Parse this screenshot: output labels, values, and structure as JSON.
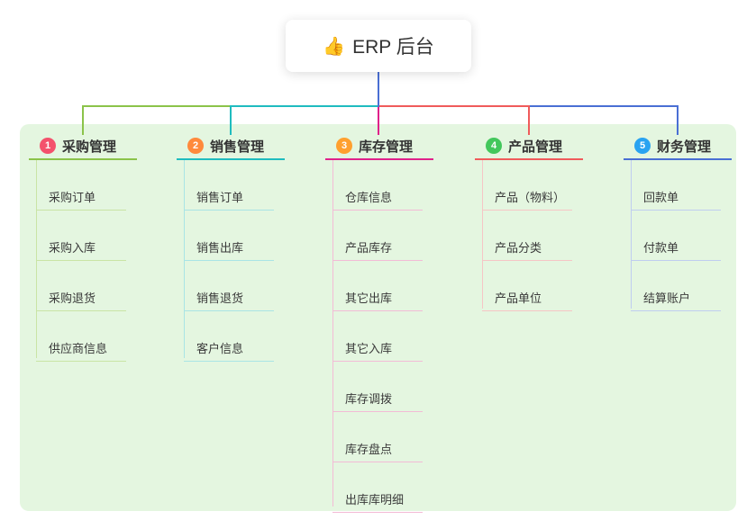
{
  "root": {
    "icon": "👍",
    "title": "ERP 后台"
  },
  "panel_color": "#e4f6e0",
  "connector_color": "#4a6fd4",
  "branches": [
    {
      "badge": "1",
      "label": "采购管理",
      "color": "#8bc34a",
      "badge_color": "#f4516c",
      "light_color": "#c9e4a5",
      "children": [
        "采购订单",
        "采购入库",
        "采购退货",
        "供应商信息"
      ]
    },
    {
      "badge": "2",
      "label": "销售管理",
      "color": "#1fbcbf",
      "badge_color": "#ff8a3c",
      "light_color": "#a9e4e5",
      "children": [
        "销售订单",
        "销售出库",
        "销售退货",
        "客户信息"
      ]
    },
    {
      "badge": "3",
      "label": "库存管理",
      "color": "#e0218a",
      "badge_color": "#ffa02f",
      "light_color": "#f3bbd6",
      "children": [
        "仓库信息",
        "产品库存",
        "其它出库",
        "其它入库",
        "库存调拨",
        "库存盘点",
        "出库库明细"
      ]
    },
    {
      "badge": "4",
      "label": "产品管理",
      "color": "#f05b5b",
      "badge_color": "#43c75c",
      "light_color": "#f6c5c5",
      "children": [
        "产品（物料）",
        "产品分类",
        "产品单位"
      ]
    },
    {
      "badge": "5",
      "label": "财务管理",
      "color": "#4a6fd4",
      "badge_color": "#29a3f1",
      "light_color": "#bfcdf0",
      "children": [
        "回款单",
        "付款单",
        "结算账户"
      ]
    }
  ]
}
